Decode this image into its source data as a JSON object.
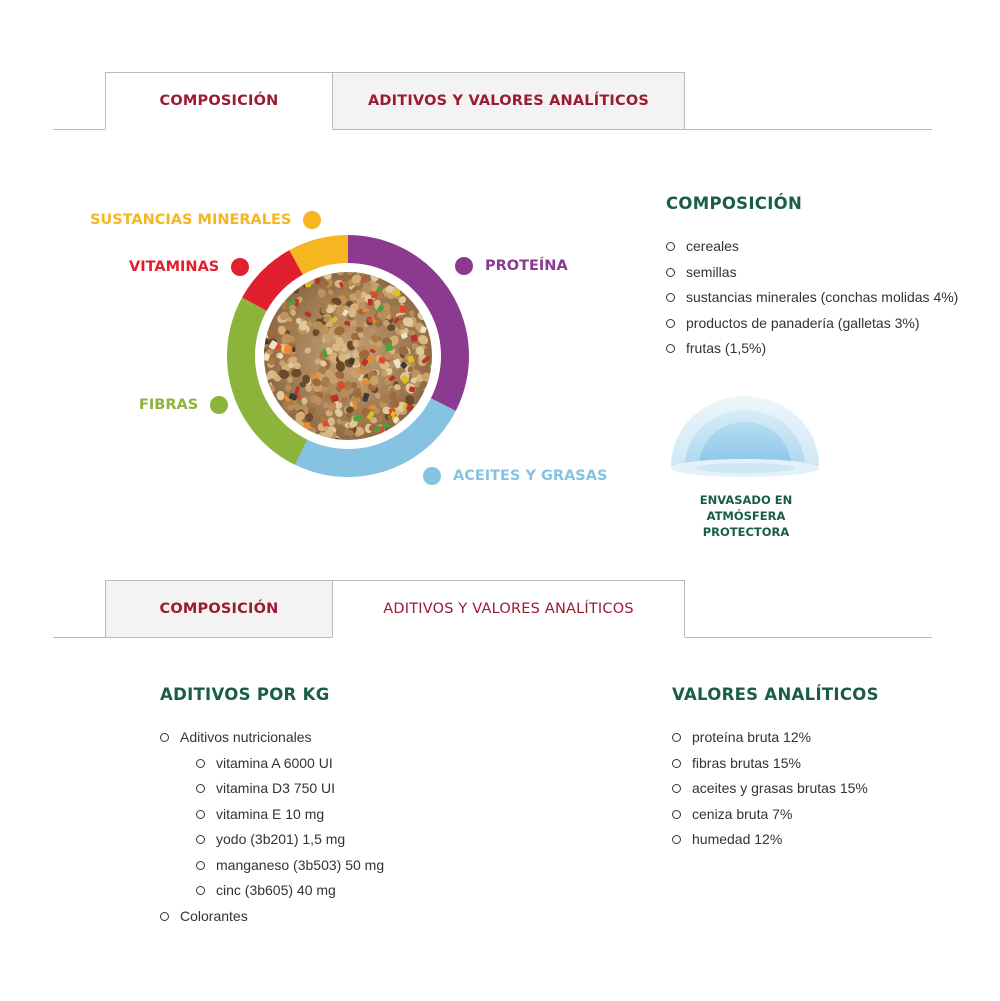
{
  "tabs_top": {
    "composicion": "COMPOSICIÓN",
    "aditivos": "ADITIVOS Y VALORES ANALÍTICOS"
  },
  "tabs_bottom": {
    "composicion": "COMPOSICIÓN",
    "aditivos": "ADITIVOS Y VALORES ANALÍTICOS"
  },
  "donut": {
    "segments": [
      {
        "label": "PROTEÍNA",
        "color": "#8b3a8f"
      },
      {
        "label": "ACEITES Y GRASAS",
        "color": "#86c3e3"
      },
      {
        "label": "FIBRAS",
        "color": "#8cb33a"
      },
      {
        "label": "VITAMINAS",
        "color": "#e0202e"
      },
      {
        "label": "SUSTANCIAS MINERALES",
        "color": "#f5b622"
      }
    ]
  },
  "composicion": {
    "title": "COMPOSICIÓN",
    "items": [
      "cereales",
      "semillas",
      "sustancias minerales (conchas molidas 4%)",
      "productos de panadería (galletas 3%)",
      "frutas (1,5%)"
    ],
    "badge_line1": "ENVASADO EN ATMÓSFERA",
    "badge_line2": "PROTECTORA"
  },
  "aditivos": {
    "title": "ADITIVOS POR KG",
    "group1": "Aditivos nutricionales",
    "sub_items": [
      "vitamina A 6000 UI",
      "vitamina D3 750 UI",
      "vitamina E 10 mg",
      "yodo (3b201) 1,5 mg",
      "manganeso (3b503) 50 mg",
      "cinc (3b605) 40 mg"
    ],
    "group2": "Colorantes"
  },
  "valores": {
    "title": "VALORES ANALÍTICOS",
    "items": [
      "proteína bruta 12%",
      "fibras brutas 15%",
      "aceites y grasas brutas 15%",
      "ceniza bruta 7%",
      "humedad 12%"
    ]
  },
  "colors": {
    "tab_text": "#9b1b30",
    "heading_green": "#1a5d45"
  }
}
